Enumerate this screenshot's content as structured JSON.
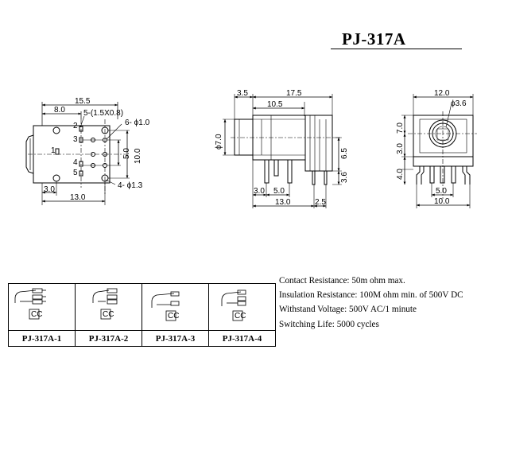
{
  "title": "PJ-317A",
  "front_view": {
    "dims": {
      "d15_5": "15.5",
      "d8_0": "8.0",
      "holes5": "5-(1.5X0.8)",
      "holes6": "6- ϕ1.0",
      "d5_0": "5.0",
      "d10_0": "10.0",
      "holes4": "4- ϕ1.3",
      "d3_0": "3.0",
      "d13_0": "13.0"
    },
    "pins": [
      "2",
      "3",
      "1",
      "4",
      "5"
    ]
  },
  "side_view": {
    "dims": {
      "d3_5": "3.5",
      "d17_5": "17.5",
      "d10_5": "10.5",
      "dphi7": "ϕ7.0",
      "d6_5": "6.5",
      "d3_6": "3.6",
      "d3_0": "3.0",
      "d5_0": "5.0",
      "d13_0": "13.0",
      "d2_5": "2.5"
    }
  },
  "end_view": {
    "dims": {
      "d12_0": "12.0",
      "dphi3_6": "ϕ3.6",
      "d7_0": "7.0",
      "d3_0": "3.0",
      "d4_0": "4.0",
      "d5_0": "5.0",
      "d10_0": "10.0"
    }
  },
  "variants": [
    {
      "label": "PJ-317A-1"
    },
    {
      "label": "PJ-317A-2"
    },
    {
      "label": "PJ-317A-3"
    },
    {
      "label": "PJ-317A-4"
    }
  ],
  "specs": [
    "Contact Resistance:     50m ohm max.",
    "Insulation Resistance: 100M ohm min. of 500V DC",
    "Withstand Voltage: 500V AC/1 minute",
    "Switching Life: 5000 cycles"
  ]
}
